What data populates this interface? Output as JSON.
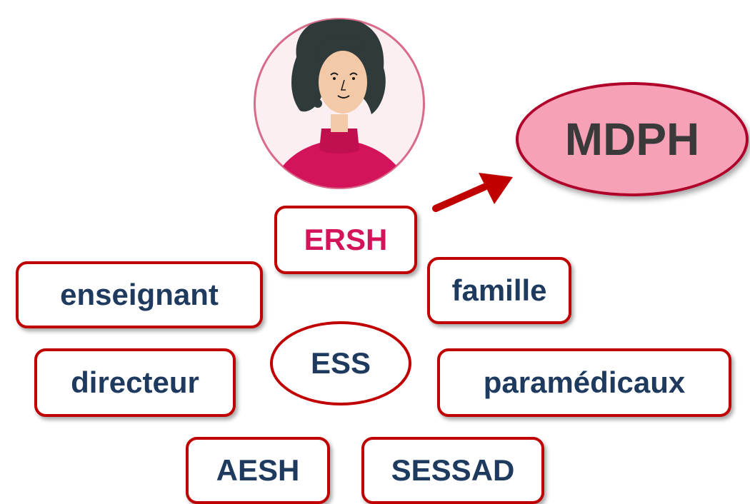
{
  "diagram": {
    "center_label": "ESS",
    "highlight_label": "ERSH",
    "target_label": "MDPH",
    "participants": {
      "enseignant": "enseignant",
      "famille": "famille",
      "directeur": "directeur",
      "paramedicaux": "paramédicaux",
      "aesh": "AESH",
      "sessad": "SESSAD"
    }
  },
  "icons": {
    "avatar": "woman-avatar-icon",
    "arrow": "arrow-right-up-icon"
  },
  "colors": {
    "border": "#c00000",
    "text": "#1f3a5f",
    "highlight_text": "#d4145a",
    "mdph_fill": "#f7a1b7",
    "arrow": "#c00000"
  }
}
